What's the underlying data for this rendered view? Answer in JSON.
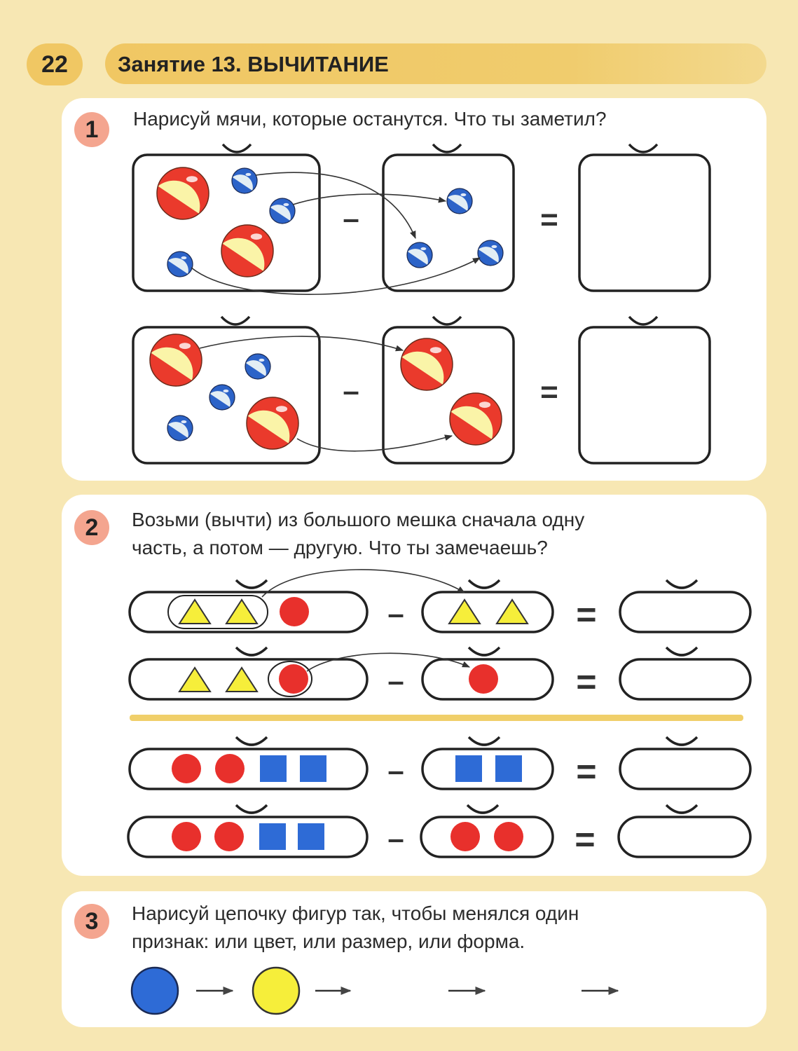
{
  "header": {
    "page_number": "22",
    "lesson_title": "Занятие 13. ВЫЧИТАНИЕ"
  },
  "task1": {
    "number": "1",
    "instruction": "Нарисуй мячи, которые останутся. Что ты заметил?",
    "minus_sign": "–",
    "equals_sign": "="
  },
  "task2": {
    "number": "2",
    "instruction_line1": "Возьми (вычти) из большого мешка сначала одну",
    "instruction_line2": "часть, а потом — другую. Что ты замечаешь?",
    "minus_sign": "–",
    "equals_sign": "="
  },
  "task3": {
    "number": "3",
    "instruction_line1": "Нарисуй цепочку фигур так, чтобы менялся один",
    "instruction_line2": "признак: или цвет, или размер, или форма.",
    "chain_start": [
      {
        "shape": "circle",
        "color": "blue"
      },
      {
        "shape": "circle",
        "color": "yellow"
      }
    ],
    "empty_slots": 3
  },
  "colors": {
    "page_background": "#f7e7b3",
    "title_bar": "#f0c763",
    "number_badge": "#f4a58f",
    "red": "#e8302c",
    "blue": "#2e6bd6",
    "yellow": "#f6ee3a",
    "separator": "#f0cf6a"
  }
}
